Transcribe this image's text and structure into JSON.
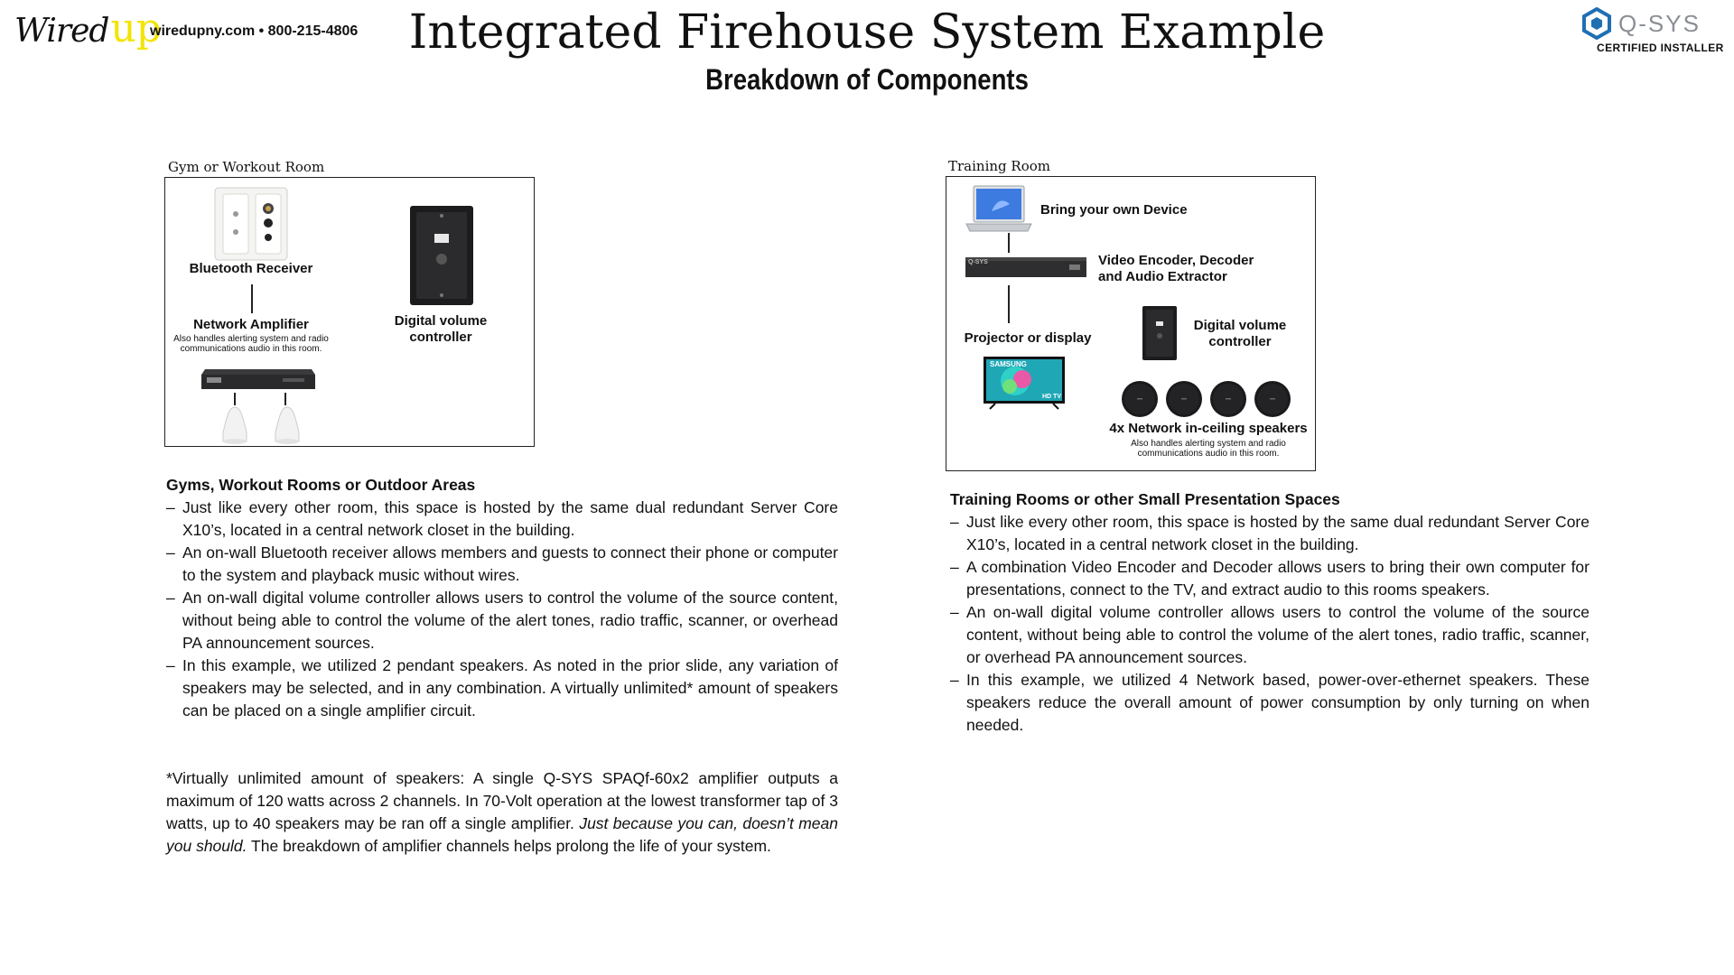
{
  "header": {
    "logo_part1": "Wired",
    "logo_part2": "up",
    "contact": "wiredupny.com  •  800-215-4806",
    "title": "Integrated Firehouse System Example",
    "subtitle": "Breakdown of Components",
    "partner_logo_text": "Q-SYS",
    "partner_badge": "CERTIFIED INSTALLER"
  },
  "gym_diagram": {
    "caption": "Gym or Workout Room",
    "bluetooth_label": "Bluetooth Receiver",
    "amp_label": "Network Amplifier",
    "amp_note_line1": "Also handles alerting system and radio",
    "amp_note_line2": "communications audio in this room.",
    "volume_label_line1": "Digital volume",
    "volume_label_line2": "controller"
  },
  "training_diagram": {
    "caption": "Training Room",
    "byod_label": "Bring your own Device",
    "encoder_label_line1": "Video Encoder, Decoder",
    "encoder_label_line2": "and Audio Extractor",
    "projector_label": "Projector or display",
    "tv_brand": "SAMSUNG",
    "tv_badge": "HD TV",
    "volume_label_line1": "Digital volume",
    "volume_label_line2": "controller",
    "speakers_label": "4x Network in-ceiling speakers",
    "speakers_note_line1": "Also handles alerting system and radio",
    "speakers_note_line2": "communications audio in this room.",
    "encoder_brand": "Q-SYS"
  },
  "gym_section": {
    "heading": "Gyms, Workout Rooms or Outdoor Areas",
    "bullets": [
      "Just like every other room, this space is hosted by the same dual redundant Server Core X10’s, located in a central network closet in the building.",
      "An on-wall Bluetooth receiver allows members and guests to connect their phone or computer to the system and playback music without wires.",
      "An on-wall digital volume controller allows users to control the volume of the source content, without being able to control the volume of the alert tones, radio traffic, scanner, or overhead PA announcement sources.",
      "In this example, we utilized 2 pendant speakers. As noted in the prior slide, any variation of speakers may be selected, and in any combination. A virtually unlimited* amount of speakers can be placed on a single amplifier circuit."
    ]
  },
  "training_section": {
    "heading": "Training Rooms or other Small Presentation Spaces",
    "bullets": [
      "Just like every other room, this space is hosted by the same dual redundant Server Core X10’s, located in a central network closet in the building.",
      "A combination Video Encoder and Decoder allows users to bring their own computer for presentations, connect to the TV, and extract audio to this rooms speakers.",
      "An on-wall digital volume controller allows users to control the volume of the source content, without being able to control the volume of the alert tones, radio traffic, scanner, or overhead PA announcement sources.",
      "In this example, we utilized 4 Network based, power-over-ethernet speakers. These speakers reduce the overall amount of power consumption by only turning on when needed."
    ]
  },
  "footnote": {
    "part1": "*Virtually unlimited amount of speakers: A single Q-SYS SPAQf-60x2 amplifier outputs a maximum of 120 watts across 2 channels. In 70-Volt operation at the lowest transformer tap of 3 watts, up to 40 speakers may be ran off a single amplifier. ",
    "italic": "Just because you can, doesn’t mean you should.",
    "part2": " The breakdown of amplifier channels helps prolong the life of your system."
  },
  "colors": {
    "logo_accent": "#f2e400",
    "qsys_gray": "#8a8f96",
    "qsys_blue": "#1f6fb4"
  }
}
